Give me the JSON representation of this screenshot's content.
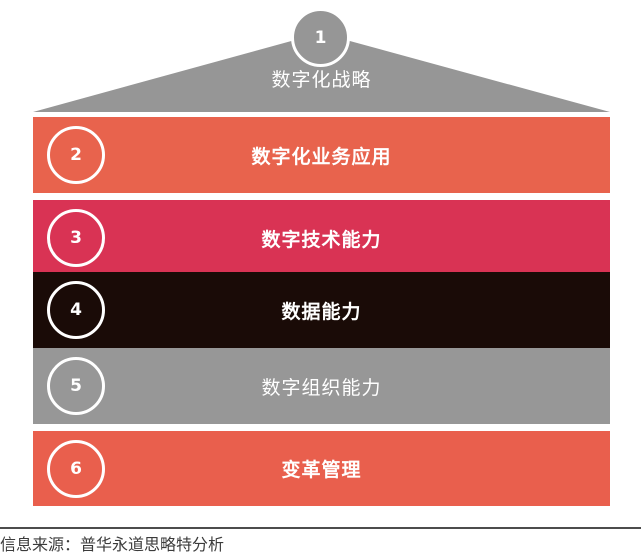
{
  "figure": {
    "type": "pyramid-diagram",
    "apex": {
      "number": "1",
      "label": "数字化战略",
      "fill_color": "#969696",
      "badge_fill": "#969696",
      "text_color": "#ffffff"
    },
    "layers": [
      {
        "number": "2",
        "label": "数字化业务应用",
        "fill_color": "#E8634D",
        "text_color": "#ffffff",
        "bold": true
      },
      {
        "number": "3",
        "label": "数字技术能力",
        "fill_color": "#D93354",
        "text_color": "#ffffff",
        "bold": true
      },
      {
        "number": "4",
        "label": "数据能力",
        "fill_color": "#1A0B07",
        "text_color": "#ffffff",
        "bold": true
      },
      {
        "number": "5",
        "label": "数字组织能力",
        "fill_color": "#979797",
        "text_color": "#ffffff",
        "bold": false
      },
      {
        "number": "6",
        "label": "变革管理",
        "fill_color": "#E95F4D",
        "text_color": "#ffffff",
        "bold": true
      }
    ]
  },
  "footer": {
    "source_note": "信息来源：普华永道思略特分析",
    "rule_color": "#4c4c4c"
  }
}
